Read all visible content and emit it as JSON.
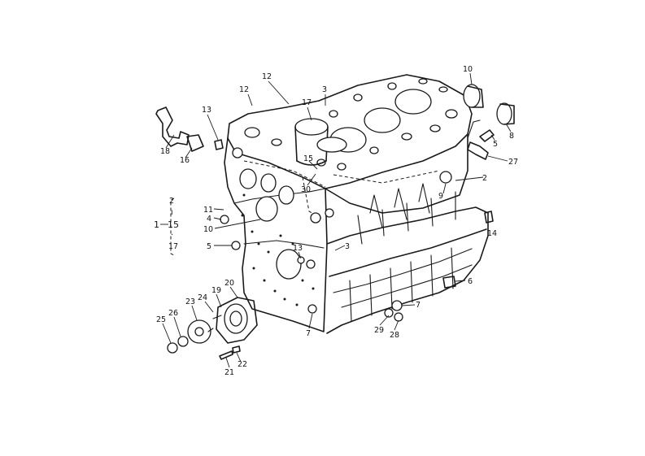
{
  "callouts": {
    "c12a": "12",
    "c12b": "12",
    "c3a": "3",
    "c17a": "17",
    "c13a": "13",
    "c18": "18",
    "c16": "16",
    "c15a": "15",
    "c30": "30",
    "c10a": "10",
    "c8": "8",
    "c5a": "5",
    "c27": "27",
    "c2": "2",
    "c9": "9",
    "c14": "14",
    "c11": "11",
    "c4": "4",
    "c10b": "10",
    "c5b": "5",
    "c13b": "13",
    "c3b": "3",
    "c6": "6",
    "c7a": "7",
    "c7b": "7",
    "c29": "29",
    "c28": "28",
    "c19": "19",
    "c20": "20",
    "c24": "24",
    "c23": "23",
    "c26": "26",
    "c25": "25",
    "c21": "21",
    "c22": "22"
  },
  "group_bracket": {
    "main": "1",
    "top": "2",
    "mid": "15",
    "bottom": "17"
  }
}
